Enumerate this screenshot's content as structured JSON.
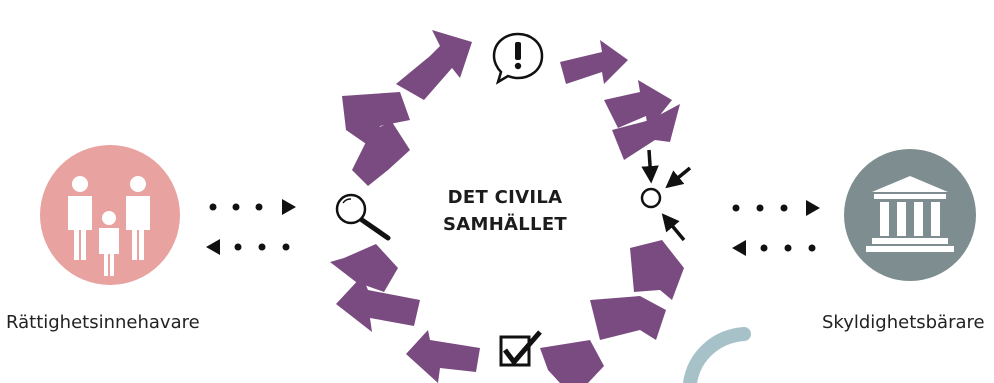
{
  "diagram": {
    "center_title_line1": "DET CIVILA",
    "center_title_line2": "SAMHÄLLET",
    "left_actor_label": "Rättighetsinnehavare",
    "right_actor_label": "Skyldighetsbärare",
    "icons": {
      "left_actor": "people-group-icon",
      "right_actor": "government-building-icon",
      "top": "exclamation-speech-bubble-icon",
      "right_node": "converging-arrows-icon",
      "bottom": "checkbox-check-icon",
      "left_node": "magnifying-glass-icon"
    },
    "colors": {
      "cycle_arrows": "#7a4b80",
      "left_circle": "#e8a2a0",
      "right_circle": "#7d8d90",
      "partial_ring": "#a7c1c9",
      "dots": "#111111"
    }
  }
}
